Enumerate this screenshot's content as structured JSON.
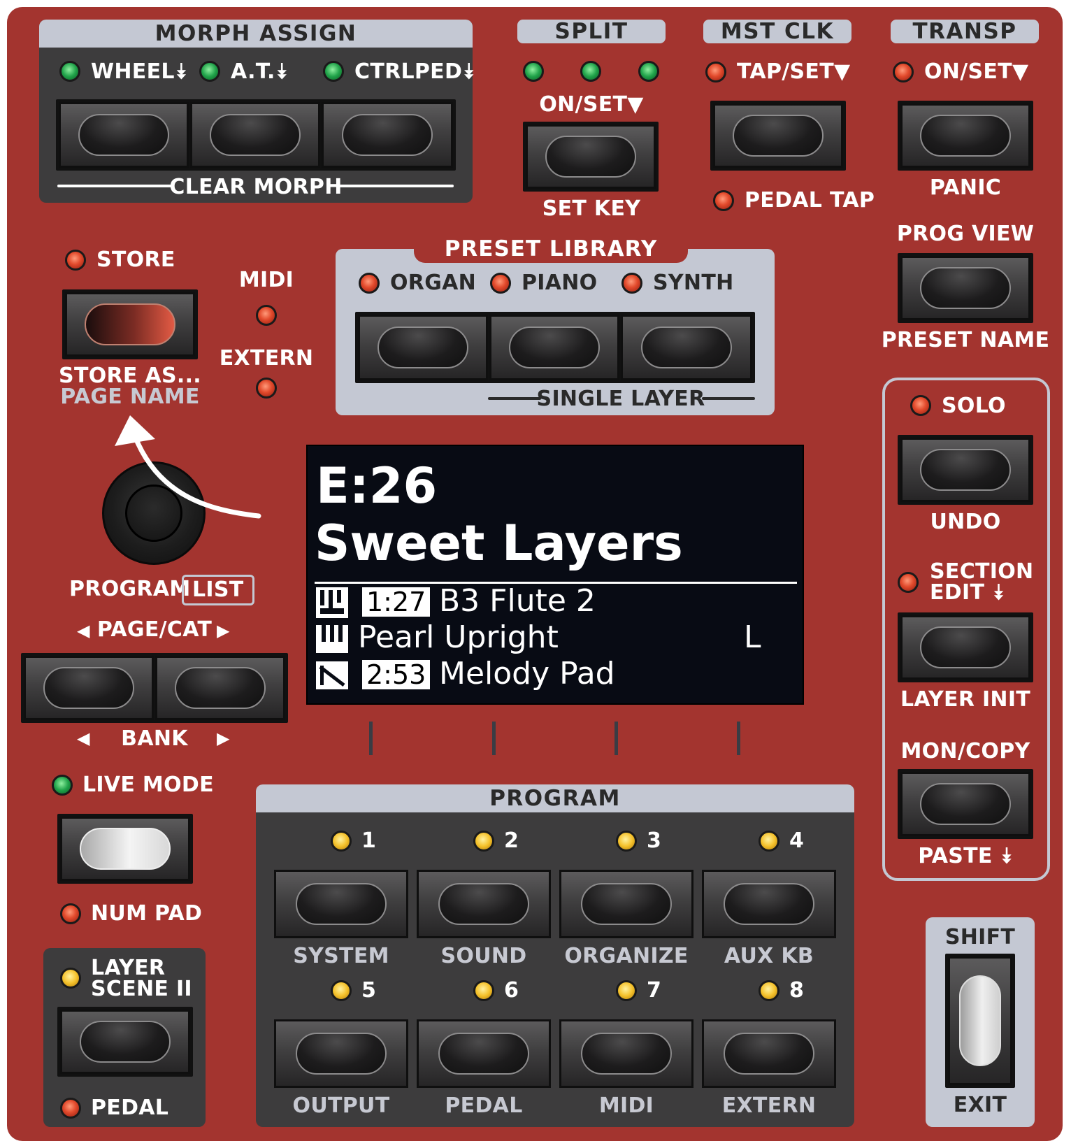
{
  "morph": {
    "title": "MORPH ASSIGN",
    "items": [
      "WHEEL",
      "A.T.",
      "CTRLPED"
    ],
    "footer": "CLEAR MORPH"
  },
  "split": {
    "title": "SPLIT",
    "label": "ON/SET",
    "footer": "SET KEY"
  },
  "mstclk": {
    "title": "MST CLK",
    "label": "TAP/SET",
    "footer": "PEDAL TAP"
  },
  "transp": {
    "title": "TRANSP",
    "label": "ON/SET",
    "footer": "PANIC"
  },
  "progview": {
    "label": "PROG VIEW",
    "footer": "PRESET NAME"
  },
  "store": {
    "label": "STORE",
    "footer1": "STORE AS...",
    "footer2": "PAGE NAME"
  },
  "midi": {
    "label1": "MIDI",
    "label2": "EXTERN"
  },
  "preset_library": {
    "title": "PRESET LIBRARY",
    "items": [
      "ORGAN",
      "PIANO",
      "SYNTH"
    ],
    "footer": "SINGLE LAYER"
  },
  "solo_group": {
    "solo": "SOLO",
    "undo": "UNDO",
    "section_edit1": "SECTION",
    "section_edit2": "EDIT",
    "layer_init": "LAYER INIT",
    "mon_copy": "MON/COPY",
    "paste": "PASTE"
  },
  "shift": {
    "top": "SHIFT",
    "bottom": "EXIT"
  },
  "program_dial": {
    "label": "PROGRAM",
    "list": "LIST",
    "pagecat": "PAGE/CAT",
    "bank": "BANK"
  },
  "live": {
    "label": "LIVE MODE",
    "numpad": "NUM PAD"
  },
  "layer_scene": {
    "label1": "LAYER",
    "label2": "SCENE II",
    "pedal": "PEDAL"
  },
  "program": {
    "title": "PROGRAM",
    "numbers": [
      "1",
      "2",
      "3",
      "4",
      "5",
      "6",
      "7",
      "8"
    ],
    "labels": [
      "SYSTEM",
      "SOUND",
      "ORGANIZE",
      "AUX KB",
      "OUTPUT",
      "PEDAL",
      "MIDI",
      "EXTERN"
    ]
  },
  "display": {
    "location": "E:26",
    "name": "Sweet Layers",
    "rows": [
      {
        "slot": "1:27",
        "name": "B3 Flute 2",
        "flag": ""
      },
      {
        "slot": "",
        "name": "Pearl Upright",
        "flag": "L"
      },
      {
        "slot": "2:53",
        "name": "Melody Pad",
        "flag": ""
      }
    ]
  },
  "colors": {
    "panel": "#a3342f",
    "header": "#c4c8d3",
    "group": "#3d3c3d",
    "display": "#080b14"
  }
}
